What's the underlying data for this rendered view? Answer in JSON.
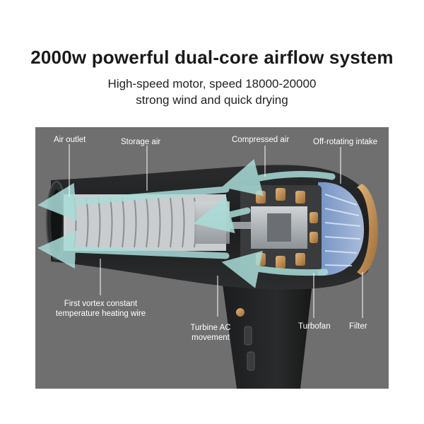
{
  "header": {
    "headline": "2000w powerful dual-core airflow system",
    "subline_1": "High-speed motor, speed 18000-20000",
    "subline_2": "strong wind and quick drying"
  },
  "callouts": {
    "air_outlet": "Air outlet",
    "storage_air": "Storage air",
    "compressed_air": "Compressed air",
    "off_rotating_intake": "Off-rotating intake",
    "heating_wire_line1": "First vortex constant",
    "heating_wire_line2": "temperature heating wire",
    "turbine_line1": "Turbine AC",
    "turbine_line2": "movement",
    "turbofan": "Turbofan",
    "filter": "Filter"
  },
  "colors": {
    "panel_bg": "#6f6f70",
    "dryer_body": "#1f2021",
    "airflow_arrow": "#9fd3d0",
    "gold_accent": "#c08b4a",
    "filter_blue": "#9db9e8"
  }
}
